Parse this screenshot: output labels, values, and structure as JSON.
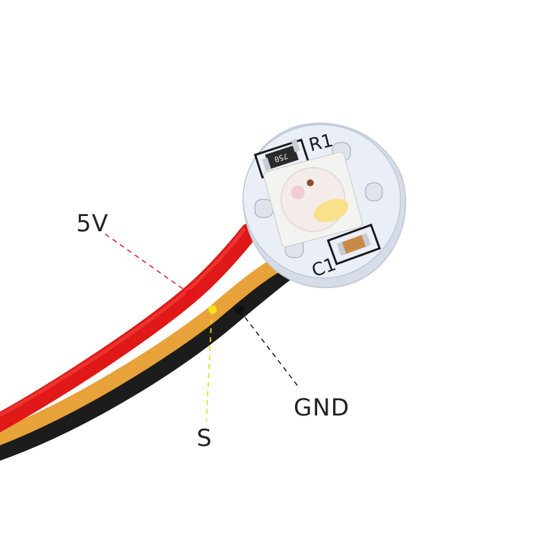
{
  "labels": {
    "power": "5V",
    "signal": "S",
    "ground": "GND"
  },
  "board": {
    "resistor_ref": "R1",
    "capacitor_ref": "C1",
    "resistor_code": "750"
  },
  "colors": {
    "power_wire": "#e01818",
    "signal_wire": "#e8a23a",
    "ground_wire": "#1c1c1c",
    "power_dot": "#e8101a",
    "signal_dot": "#f5e21a",
    "ground_dot": "#111111",
    "pcb": "#e9eef7"
  }
}
